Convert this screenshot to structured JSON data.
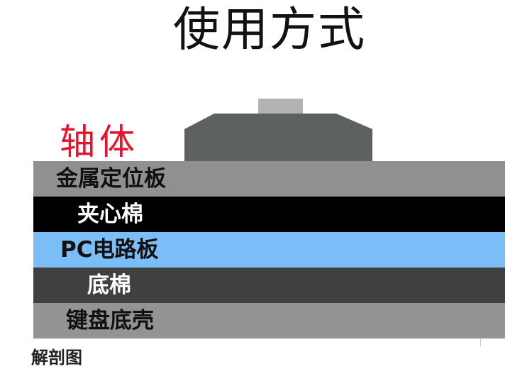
{
  "title": "使用方式",
  "shaft_label": "轴体",
  "caption": "解剖图",
  "colors": {
    "shaft_label": "#e8122a",
    "switch_housing": "#5d6160",
    "switch_stem": "#b3b3b3"
  },
  "layers": [
    {
      "label": "金属定位板",
      "background": "#909090",
      "text_color": "#111111"
    },
    {
      "label": "夹心棉",
      "background": "#000000",
      "text_color": "#ffffff"
    },
    {
      "label": "PC电路板",
      "background": "#7bbdf7",
      "text_color": "#111111"
    },
    {
      "label": "底棉",
      "background": "#404040",
      "text_color": "#ffffff"
    },
    {
      "label": "键盘底壳",
      "background": "#939393",
      "text_color": "#111111"
    }
  ]
}
